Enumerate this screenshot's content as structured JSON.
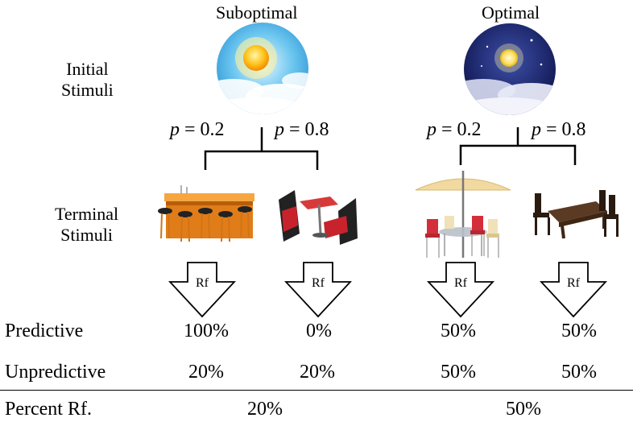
{
  "columns": [
    {
      "title": "Suboptimal",
      "percent_rf": "20%"
    },
    {
      "title": "Optimal",
      "percent_rf": "50%"
    }
  ],
  "row_labels": {
    "initial": [
      "Initial",
      "Stimuli"
    ],
    "terminal": [
      "Terminal",
      "Stimuli"
    ]
  },
  "branches": [
    {
      "p_symbol": "p",
      "left": "= 0.2",
      "right": "= 0.8"
    },
    {
      "p_symbol": "p",
      "left": "= 0.2",
      "right": "= 0.8"
    }
  ],
  "arrow_label": "Rf",
  "stats": {
    "predictive_label": "Predictive",
    "unpredictive_label": "Unpredictive",
    "percent_rf_label": "Percent Rf.",
    "predictive": [
      "100%",
      "0%",
      "50%",
      "50%"
    ],
    "unpredictive": [
      "20%",
      "20%",
      "50%",
      "50%"
    ]
  },
  "icons": [
    "sun-sky-icon",
    "moon-night-icon",
    "bar-counter-icon",
    "diner-booth-icon",
    "patio-umbrella-table-icon",
    "dining-table-icon"
  ]
}
